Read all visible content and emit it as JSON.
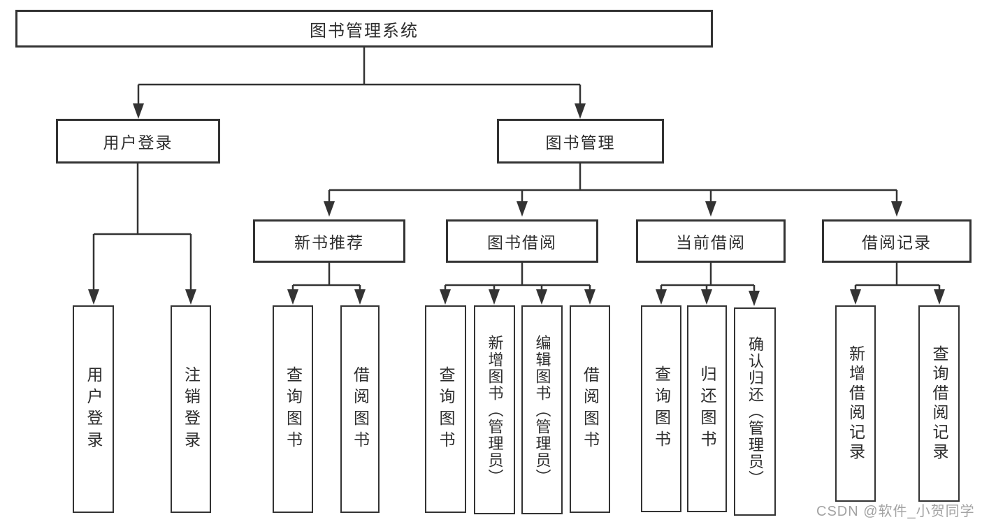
{
  "diagram": {
    "root": "图书管理系统",
    "level2": {
      "user_group": "用户登录",
      "book_mgmt": "图书管理"
    },
    "user_children": {
      "login": "用户登录",
      "logout": "注销登录"
    },
    "level3": {
      "new_book": "新书推荐",
      "borrow": "图书借阅",
      "current": "当前借阅",
      "records": "借阅记录"
    },
    "new_book_children": {
      "query": "查询图书",
      "borrow": "借阅图书"
    },
    "borrow_children": {
      "query": "查询图书",
      "add": "新增图书（管理员）",
      "edit": "编辑图书（管理员）",
      "borrow": "借阅图书"
    },
    "current_children": {
      "query": "查询图书",
      "return": "归还图书",
      "confirm": "确认归还（管理员）"
    },
    "records_children": {
      "add": "新增借阅记录",
      "query": "查询借阅记录"
    }
  },
  "watermark": "CSDN @软件_小贺同学",
  "colors": {
    "line": "#333333",
    "box_fill": "#ffffff",
    "text": "#2d2d2d",
    "watermark": "#a3a3a3"
  }
}
